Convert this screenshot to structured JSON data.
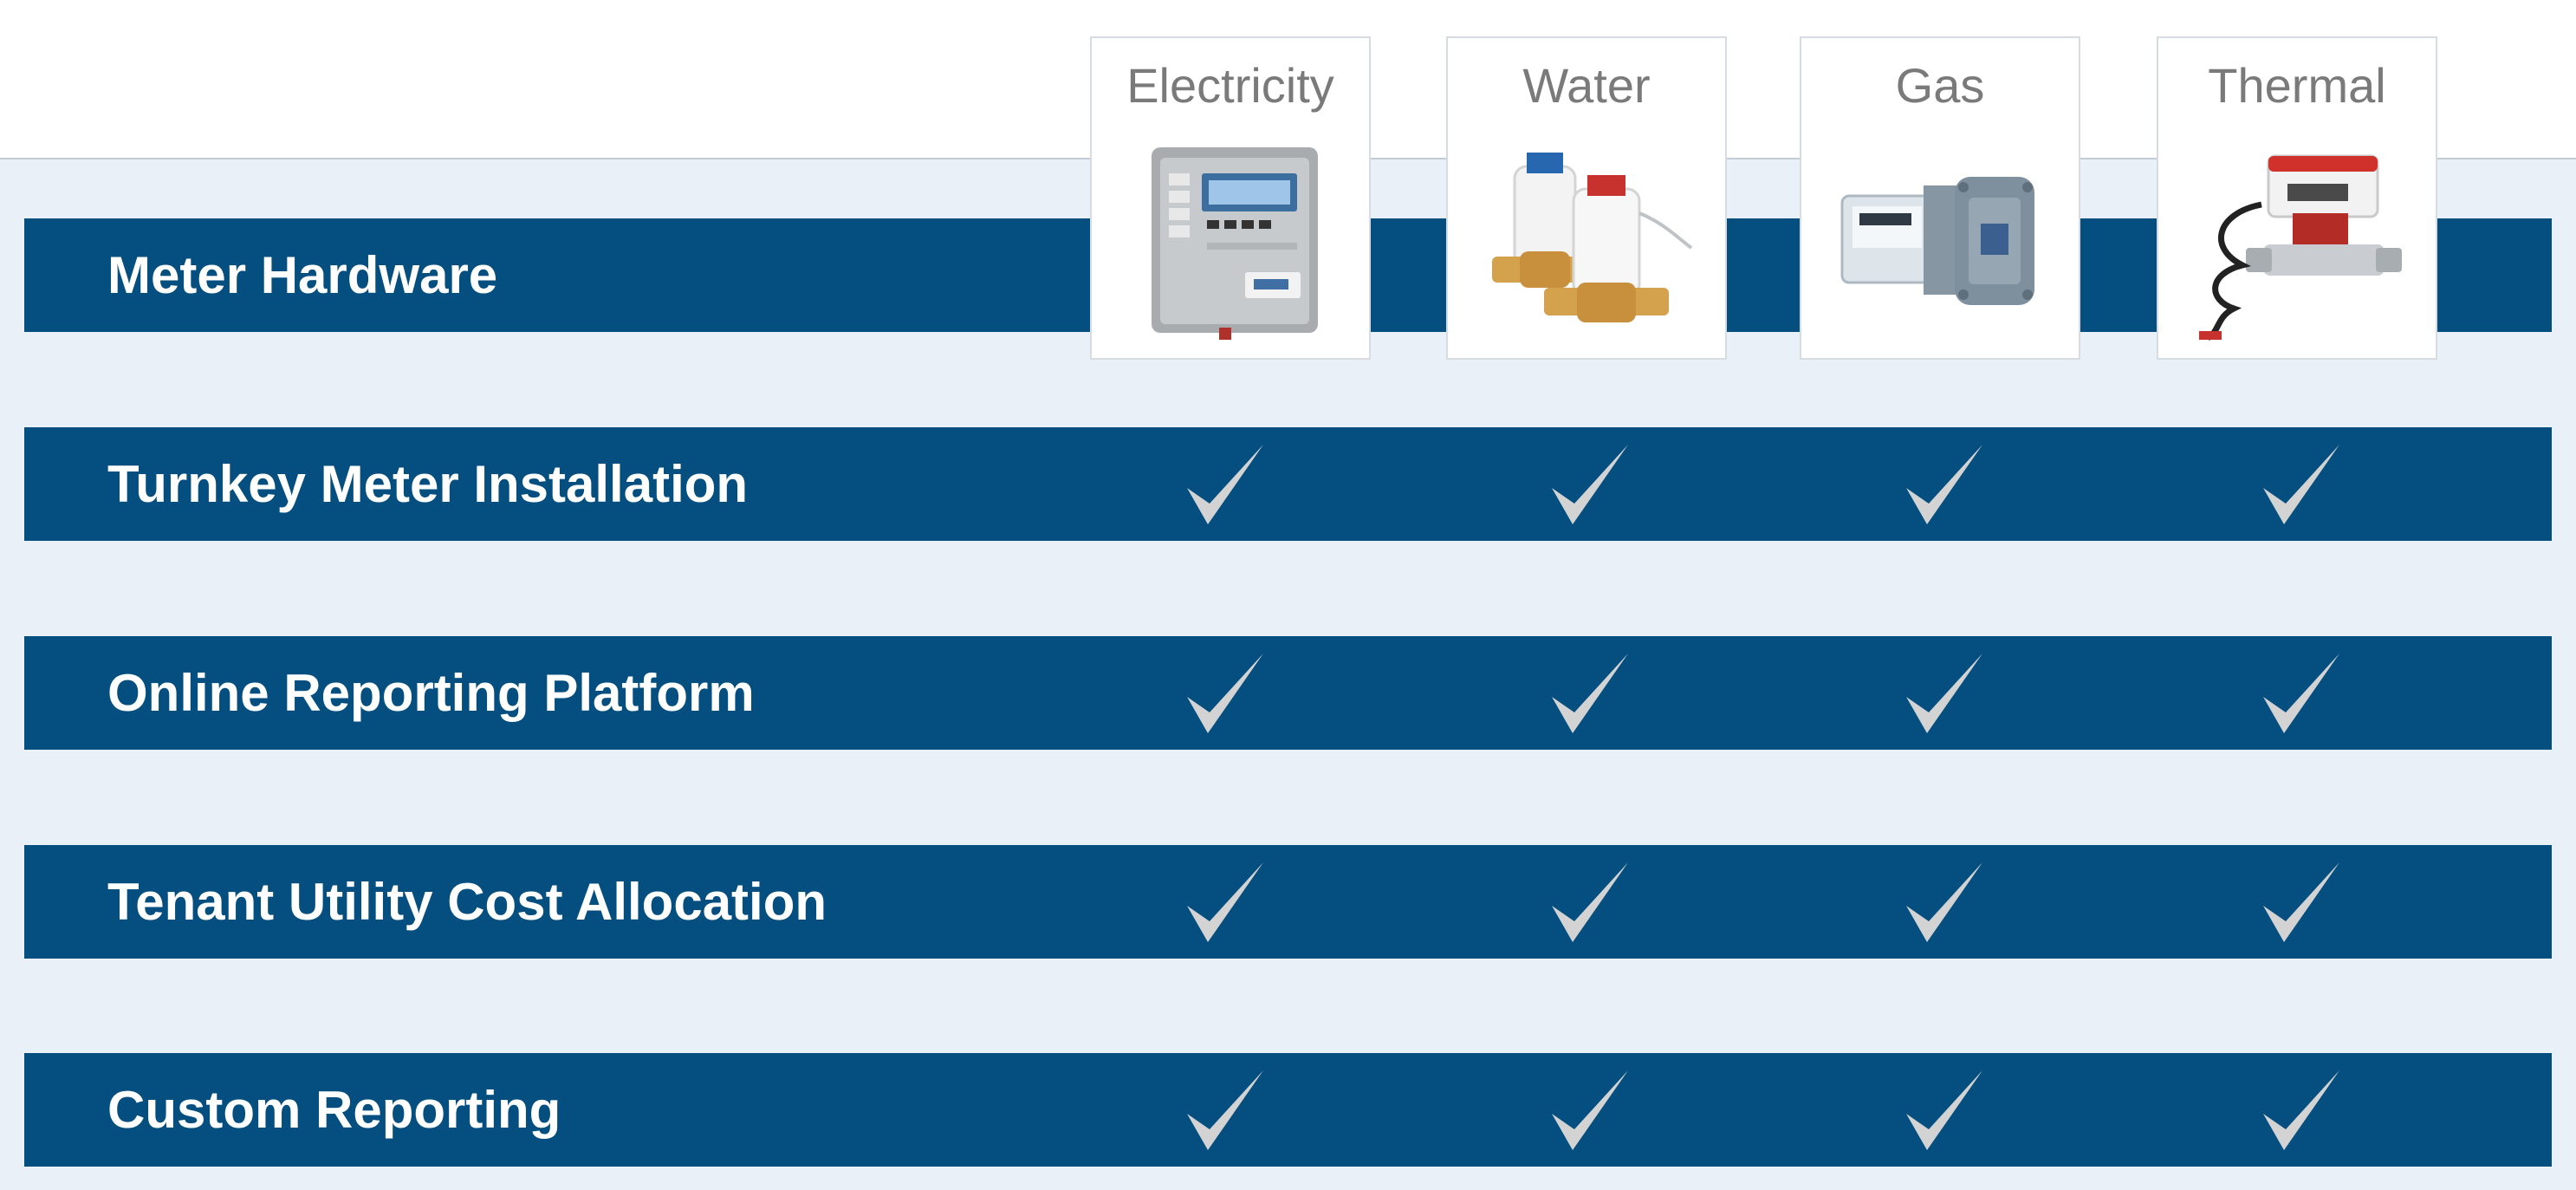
{
  "features": [
    {
      "id": "meter-hardware",
      "label": "Meter Hardware",
      "has_checks": false
    },
    {
      "id": "turnkey-meter-installation",
      "label": "Turnkey Meter Installation",
      "has_checks": true
    },
    {
      "id": "online-reporting-platform",
      "label": "Online Reporting Platform",
      "has_checks": true
    },
    {
      "id": "tenant-utility-cost-allocation",
      "label": "Tenant Utility Cost Allocation",
      "has_checks": true
    },
    {
      "id": "custom-reporting",
      "label": "Custom Reporting",
      "has_checks": true
    }
  ],
  "meters": [
    {
      "id": "electricity",
      "label": "Electricity"
    },
    {
      "id": "water",
      "label": "Water"
    },
    {
      "id": "gas",
      "label": "Gas"
    },
    {
      "id": "thermal",
      "label": "Thermal"
    }
  ],
  "colors": {
    "band": "#044f80",
    "panel": "#e9f0f7",
    "check": "#d3d3d3",
    "card_title": "#7a7a7a"
  },
  "icons": {
    "check": "check-mark-icon"
  }
}
